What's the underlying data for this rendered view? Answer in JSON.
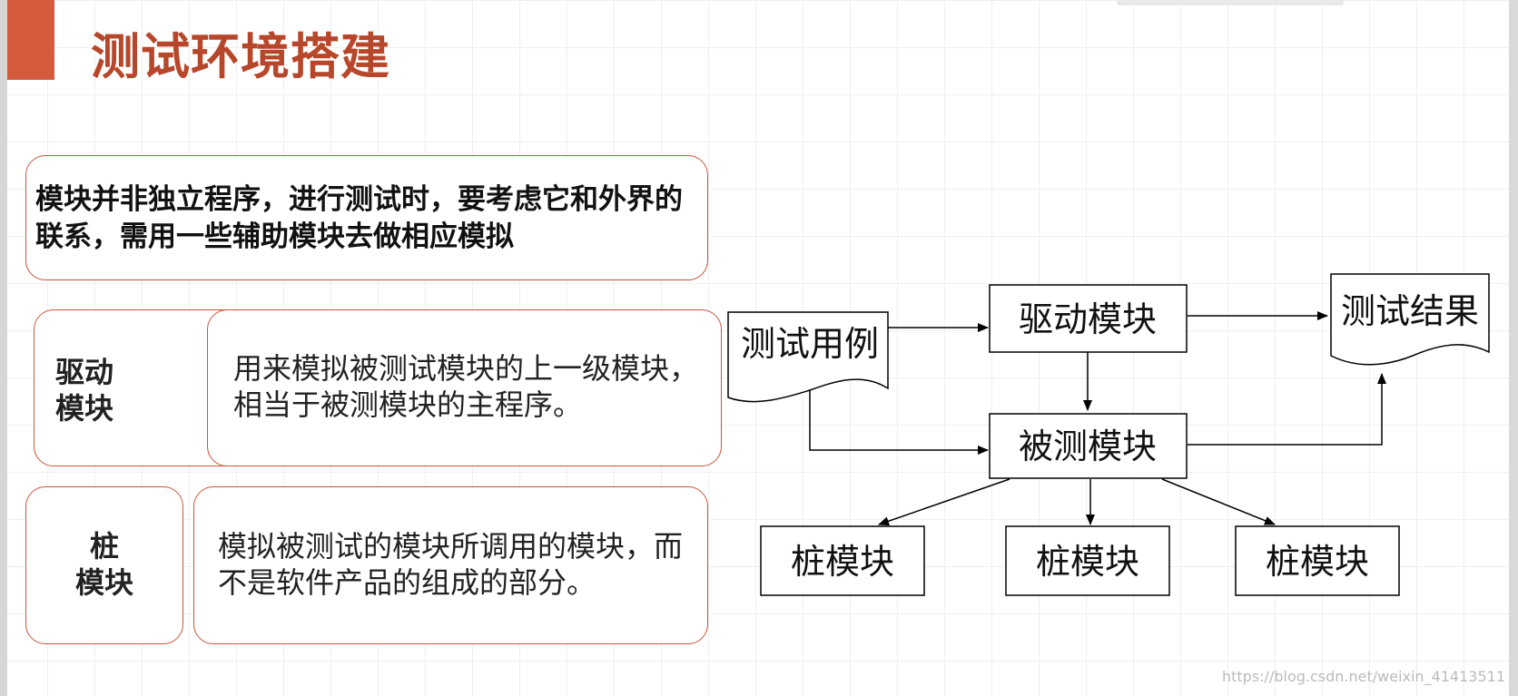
{
  "slide": {
    "title": "测试环境搭建",
    "intro": "模块并非独立程序，进行测试时，要考虑它和外界的联系，需用一些辅助模块去做相应模拟",
    "driver": {
      "label_line1": "驱动",
      "label_line2": "模块",
      "description": "用来模拟被测试模块的上一级模块，相当于被测模块的主程序。"
    },
    "stub": {
      "label_line1": "桩",
      "label_line2": "模块",
      "description": "模拟被测试的模块所调用的模块，而不是软件产品的组成的部分。"
    },
    "watermark": "https://blog.csdn.net/weixin_41413511"
  },
  "diagram": {
    "nodes": {
      "test_case": "测试用例",
      "driver": "驱动模块",
      "under_test": "被测模块",
      "result": "测试结果",
      "stub1": "桩模块",
      "stub2": "桩模块",
      "stub3": "桩模块"
    }
  },
  "colors": {
    "accent": "#d45c3d",
    "title": "#b7472a",
    "border": "#c8543a"
  }
}
